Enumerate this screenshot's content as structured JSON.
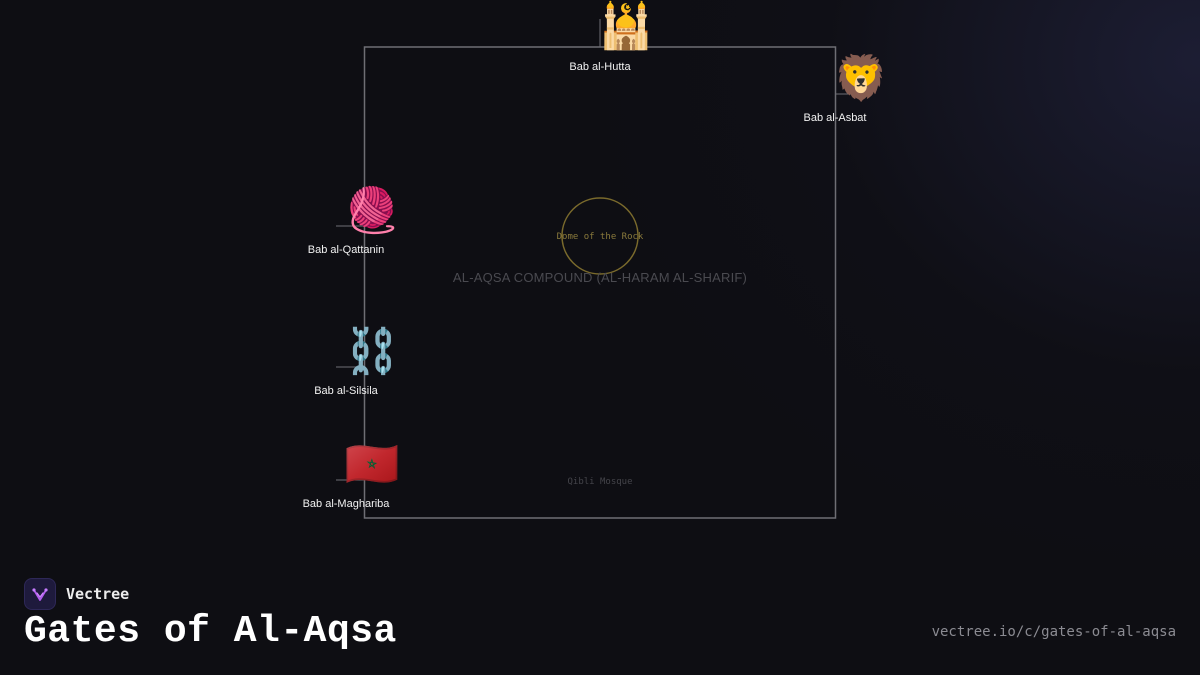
{
  "colors": {
    "background": "#0e0e13",
    "compound_border": "#6e6e74",
    "dome_ring": "#7a6a2c",
    "gate_label": "#f2f2f2",
    "brand_accent": "#b45cf0"
  },
  "compound": {
    "label": "AL-AQSA COMPOUND (AL-HARAM AL-SHARIF)",
    "dome_label": "Dome of the Rock",
    "qibli_label": "Qibli Mosque"
  },
  "gates": [
    {
      "id": "hutta",
      "name": "Bab al-Hutta",
      "icon": "mosque-icon",
      "glyph": "🕌"
    },
    {
      "id": "asbat",
      "name": "Bab al-Asbat",
      "icon": "lion-icon",
      "glyph": "🦁"
    },
    {
      "id": "qattanin",
      "name": "Bab al-Qattanin",
      "icon": "yarn-icon",
      "glyph": "🧶"
    },
    {
      "id": "silsila",
      "name": "Bab al-Silsila",
      "icon": "chains-icon",
      "glyph": "⛓️"
    },
    {
      "id": "maghariba",
      "name": "Bab al-Maghariba",
      "icon": "morocco-flag-icon",
      "glyph": "🇲🇦"
    }
  ],
  "footer": {
    "brand": "Vectree",
    "title": "Gates of Al-Aqsa",
    "url": "vectree.io/c/gates-of-al-aqsa"
  }
}
